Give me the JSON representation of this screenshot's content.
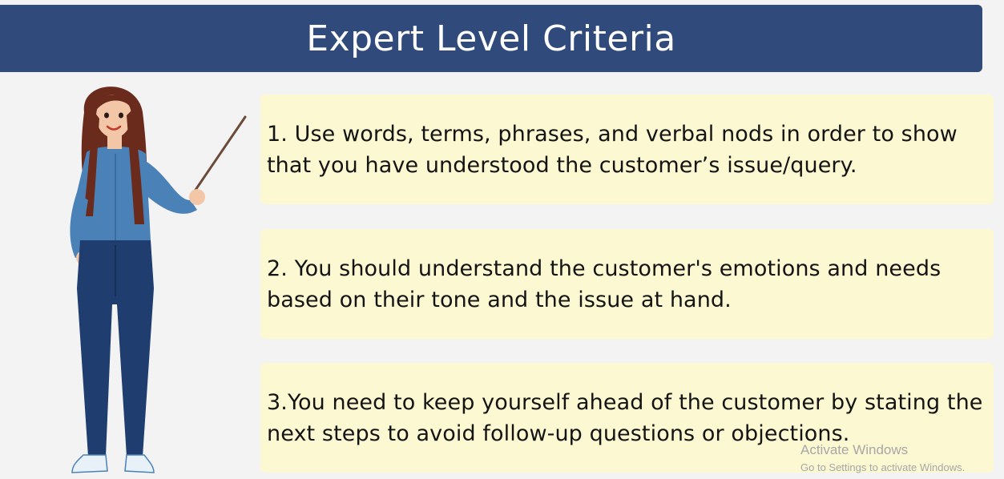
{
  "header": {
    "title": "Expert Level Criteria"
  },
  "criteria": [
    {
      "text": "1. Use words, terms, phrases, and verbal nods in order to show that you have understood the customer’s issue/query."
    },
    {
      "text": "2. You should understand the customer's emotions and needs based on their tone and the issue at hand."
    },
    {
      "text": "3.You need to keep yourself ahead of the customer by stating the next steps to avoid follow-up questions or objections."
    }
  ],
  "watermark": {
    "line1": "Activate Windows",
    "line2": "Go to Settings to activate Windows."
  },
  "colors": {
    "header_bg": "#304a7c",
    "card_bg": "#fbf8d2",
    "page_bg": "#f3f3f3",
    "shirt": "#4a82b8",
    "jeans": "#1f3d6e",
    "hair": "#6a2a1c"
  },
  "illustration": {
    "icon": "teacher-with-pointer-icon"
  }
}
